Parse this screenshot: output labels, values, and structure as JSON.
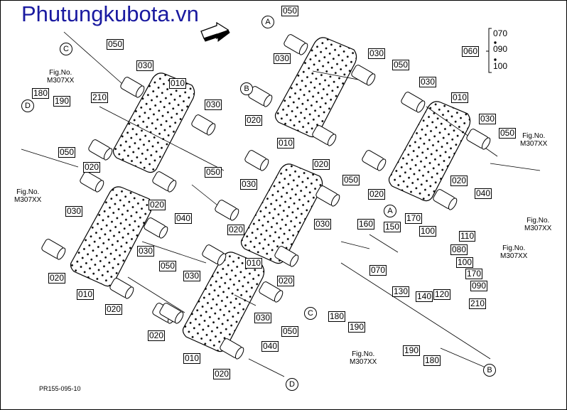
{
  "watermark": "Phutungkubota.vn",
  "doc_number": "PR155-095-10",
  "fig_ref": {
    "line1": "Fig.No.",
    "line2": "M307XX"
  },
  "alternates": {
    "group_code": "060",
    "options": [
      "070",
      "090",
      "100"
    ]
  },
  "circle_letters": [
    "A",
    "B",
    "C",
    "D"
  ],
  "part_codes": [
    "010",
    "020",
    "030",
    "040",
    "050",
    "060",
    "070",
    "080",
    "090",
    "100",
    "110",
    "120",
    "130",
    "140",
    "150",
    "160",
    "170",
    "180",
    "190",
    "210"
  ],
  "colors": {
    "ink": "#000000",
    "watermark": "#1a1aa0"
  },
  "icons": {
    "direction": "arrow-icon"
  }
}
